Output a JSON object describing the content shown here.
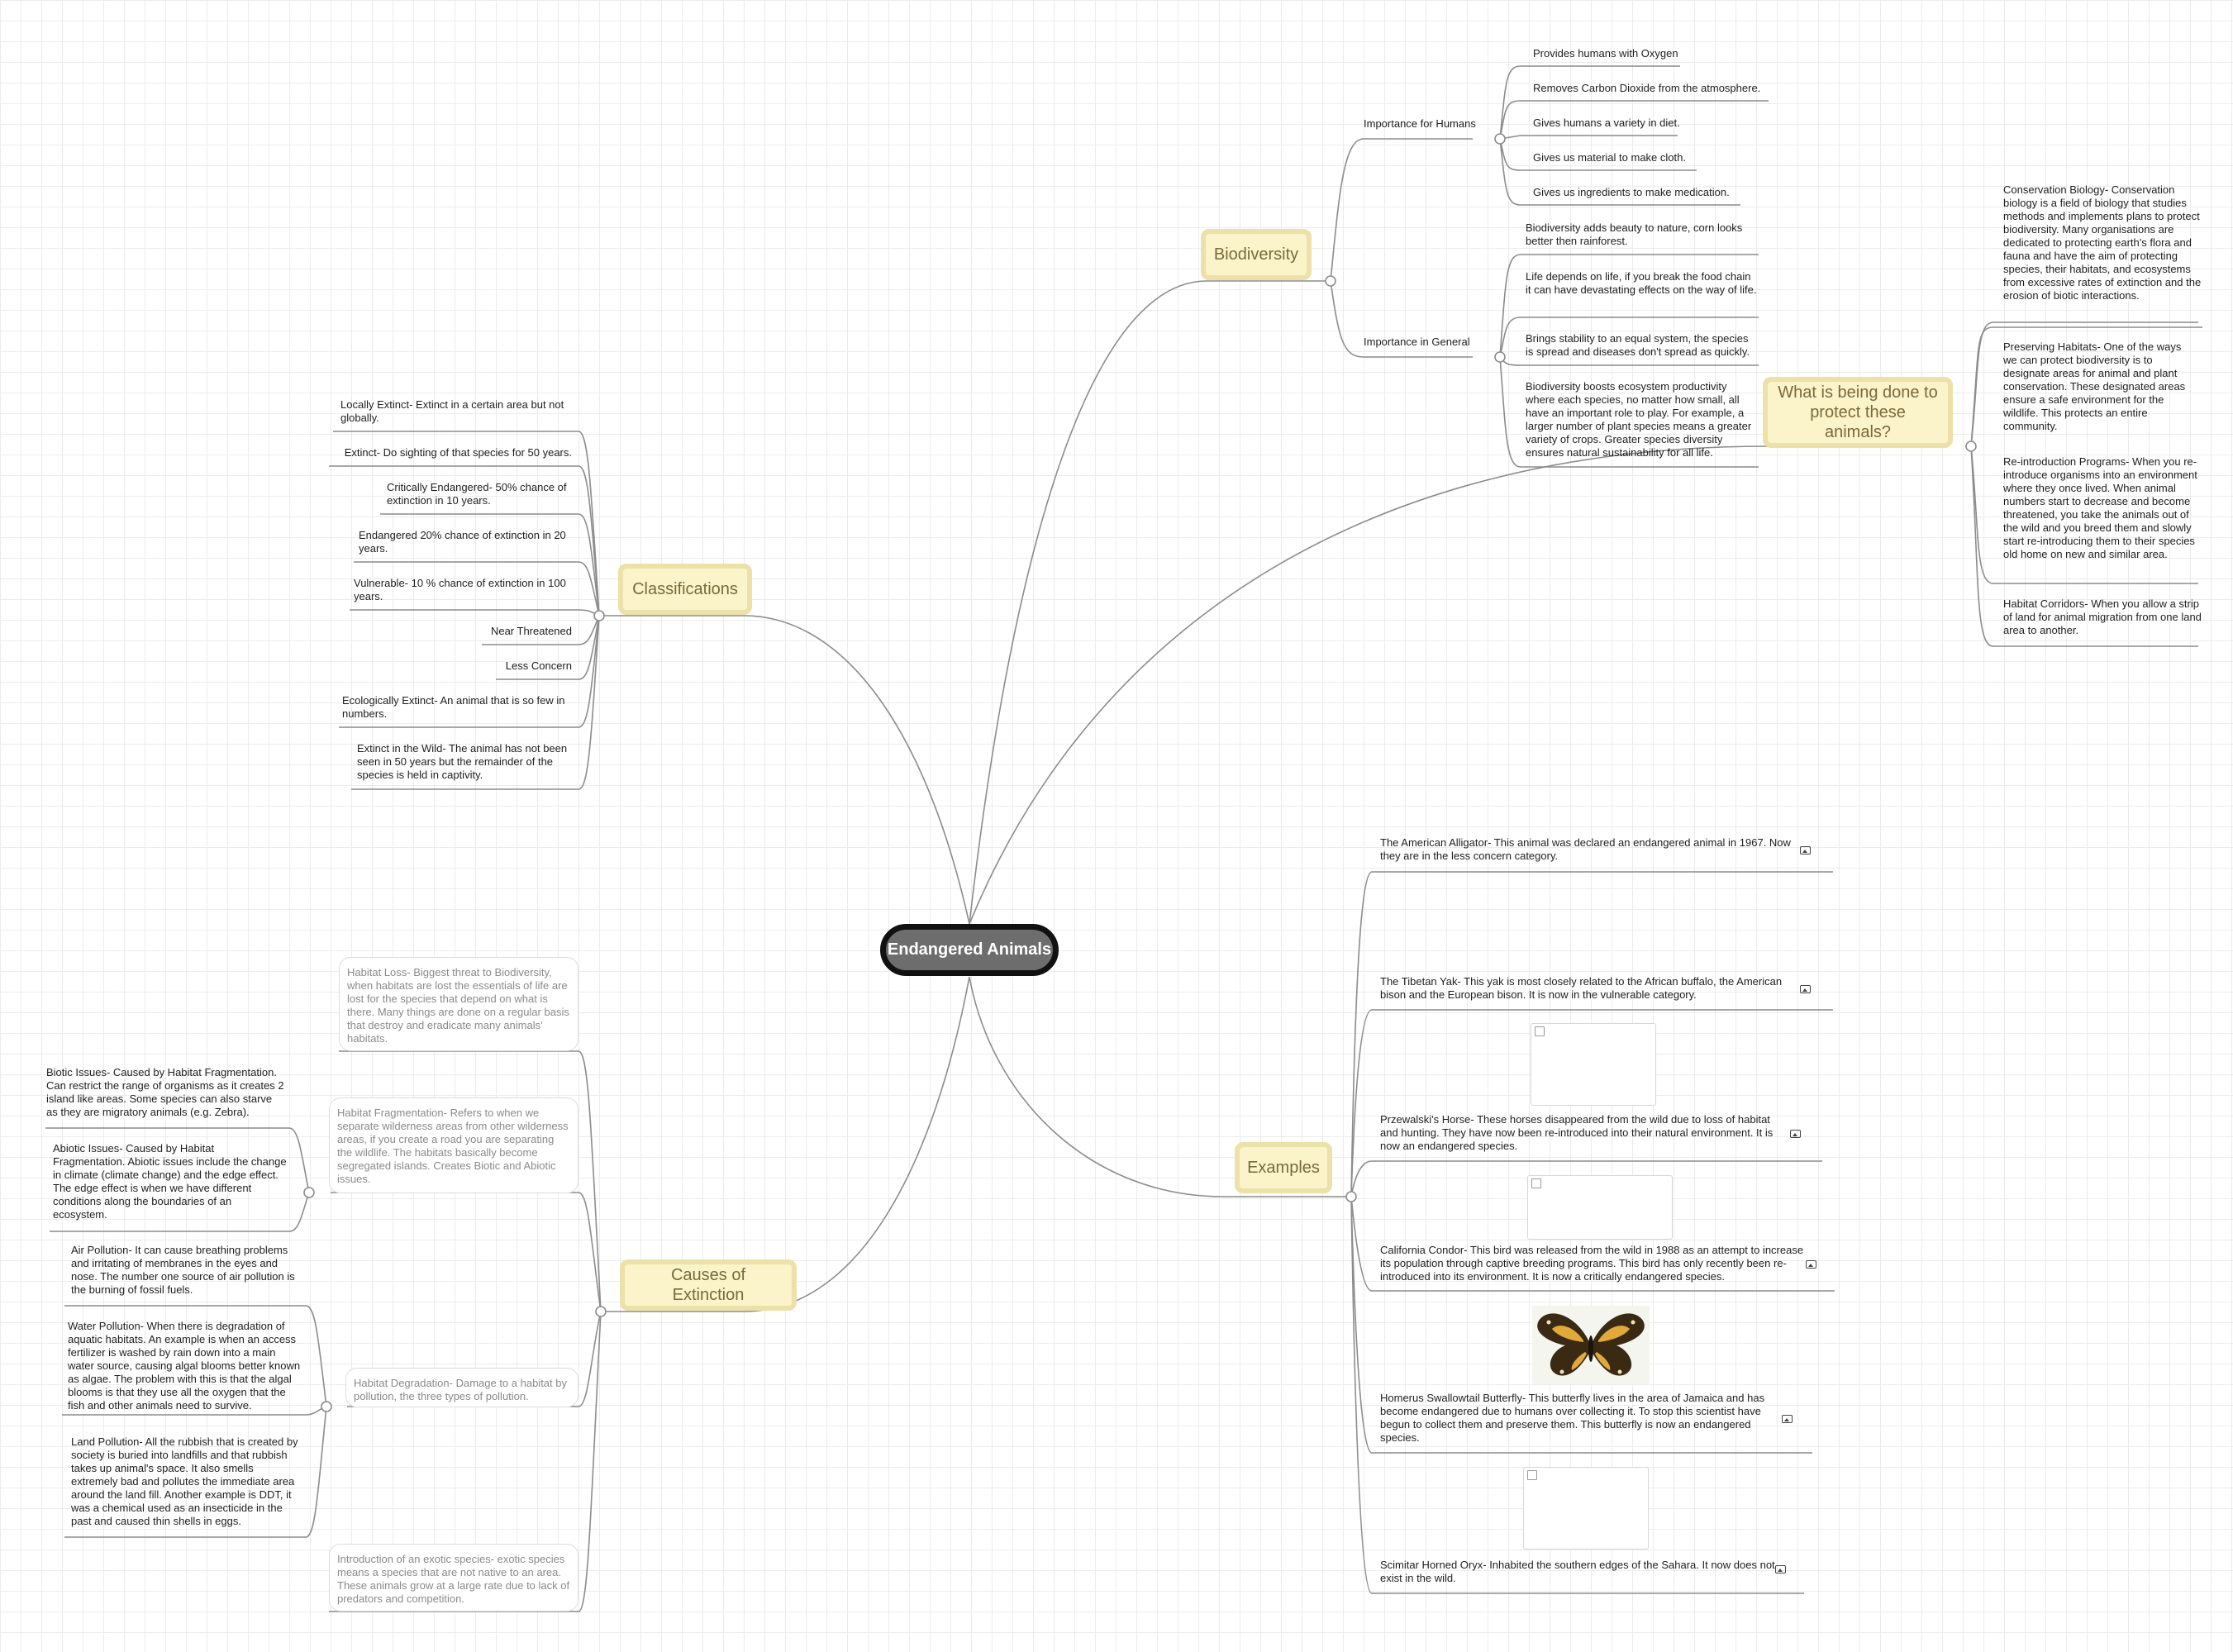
{
  "center": {
    "title": "Endangered Animals"
  },
  "colors": {
    "branch_fill": "#fbf3c9",
    "branch_border": "#ece1a8",
    "center_fill": "#6d6d6d",
    "line": "#8c8c8c"
  },
  "biodiversity": {
    "label": "Biodiversity",
    "humans": {
      "label": "Importance for Humans",
      "items": [
        "Provides humans with Oxygen",
        "Removes Carbon Dioxide from the atmosphere.",
        "Gives humans a variety in diet.",
        "Gives us material to make cloth.",
        "Gives us ingredients to make medication."
      ]
    },
    "general": {
      "label": "Importance in General",
      "items": [
        "Biodiversity adds beauty to nature, corn looks better then rainforest.",
        "Life depends on life, if you break the food chain it can have devastating effects on the way of life.",
        "Brings stability to an equal system, the species is spread and diseases don't spread as quickly.",
        "Biodiversity boosts ecosystem productivity where each species, no matter how small, all have an important role to play. For example, a larger number of plant species means a greater variety of crops. Greater species diversity ensures natural sustainability for all life."
      ]
    }
  },
  "protect": {
    "label": "What is being done to protect these animals?",
    "items": [
      "Conservation Biology- Conservation biology is a field of biology that studies methods and implements plans to protect biodiversity. Many organisations are dedicated to protecting earth's flora and fauna and have the aim of protecting species, their habitats, and ecosystems from excessive rates of extinction and the erosion of biotic interactions.",
      "Preserving Habitats- One of the ways we can protect biodiversity is to designate areas for animal and plant conservation. These designated areas ensure a safe environment for the wildlife. This protects an entire community.",
      "Re-introduction Programs- When you re-introduce organisms into an environment where they once lived. When animal numbers start to decrease and become threatened, you take the animals out of the wild and you breed them and slowly start re-introducing them to their species old home on new and similar area.",
      "Habitat Corridors- When you allow a strip of land for animal migration from one land area to another."
    ]
  },
  "classifications": {
    "label": "Classifications",
    "items": [
      "Locally Extinct- Extinct in a certain area but not globally.",
      "Extinct- Do sighting of that species for 50 years.",
      "Critically Endangered- 50% chance of extinction in 10 years.",
      "Endangered 20% chance of extinction in 20 years.",
      "Vulnerable- 10 % chance of extinction in 100 years.",
      "Near Threatened",
      "Less Concern",
      "Ecologically Extinct- An animal that is so few in numbers.",
      "Extinct in the Wild- The animal has not been seen in 50 years but the remainder of the species is held in captivity."
    ]
  },
  "causes": {
    "label": "Causes of Extinction",
    "habitat_loss": "Habitat Loss- Biggest threat to Biodiversity, when habitats are lost the essentials of life are lost for the species that depend on what is there. Many things are done on a regular basis that destroy and eradicate many animals' habitats.",
    "fragmentation": {
      "text": "Habitat Fragmentation- Refers to when we separate wilderness areas from other wilderness areas, if you create a road you are separating the wildlife. The habitats basically become segregated islands. Creates Biotic and Abiotic issues.",
      "items": [
        "Biotic Issues- Caused by Habitat Fragmentation. Can restrict the range of organisms as it creates 2 island like areas. Some species can also starve as they are migratory animals (e.g. Zebra).",
        "Abiotic Issues- Caused by Habitat Fragmentation. Abiotic issues include the change in climate (climate change) and the edge effect. The edge effect is when we have different conditions along the boundaries of an ecosystem."
      ]
    },
    "degradation": {
      "text": "Habitat Degradation- Damage to a habitat by pollution, the three types of pollution.",
      "items": [
        "Air Pollution- It can cause breathing problems and irritating of membranes in the eyes and nose. The number one source of air pollution is the burning of fossil fuels.",
        "Water Pollution- When there is degradation of aquatic habitats. An example is when an access fertilizer is washed by rain down into a main water source, causing algal blooms better known as algae. The problem with this is that the algal blooms is that they use all the oxygen that the fish and other animals need to survive.",
        "Land Pollution- All the rubbish that is created by society is buried into landfills and that rubbish takes up animal's space. It also smells extremely bad and pollutes the immediate area around the land fill. Another example is DDT, it was a chemical used as an insecticide in the past and caused thin shells in eggs."
      ]
    },
    "exotic": "Introduction of an exotic species- exotic species means a species that are not native to an area. These animals grow at a large rate due to lack of predators and competition."
  },
  "examples": {
    "label": "Examples",
    "items": [
      "The American Alligator- This animal was declared an endangered animal in 1967. Now they are in the less concern category.",
      "The Tibetan Yak- This yak is most closely related to the African buffalo, the American bison and the European bison. It is now in the vulnerable category.",
      "Przewalski's Horse- These horses disappeared from the wild due to loss of habitat and hunting. They have now been re-introduced into their natural environment. It is now an endangered species.",
      "California Condor- This bird was released from the wild in 1988 as an attempt to increase its population through captive breeding programs. This bird has only recently been re-introduced into its environment. It is now a critically endangered species.",
      "Homerus Swallowtail Butterfly- This butterfly lives in the area of Jamaica and has become endangered due to humans over collecting it. To stop this scientist have begun to collect them and preserve them. This butterfly is now an endangered species.",
      "Scimitar Horned Oryx- Inhabited the southern edges of the Sahara. It now does not exist in the wild."
    ]
  }
}
